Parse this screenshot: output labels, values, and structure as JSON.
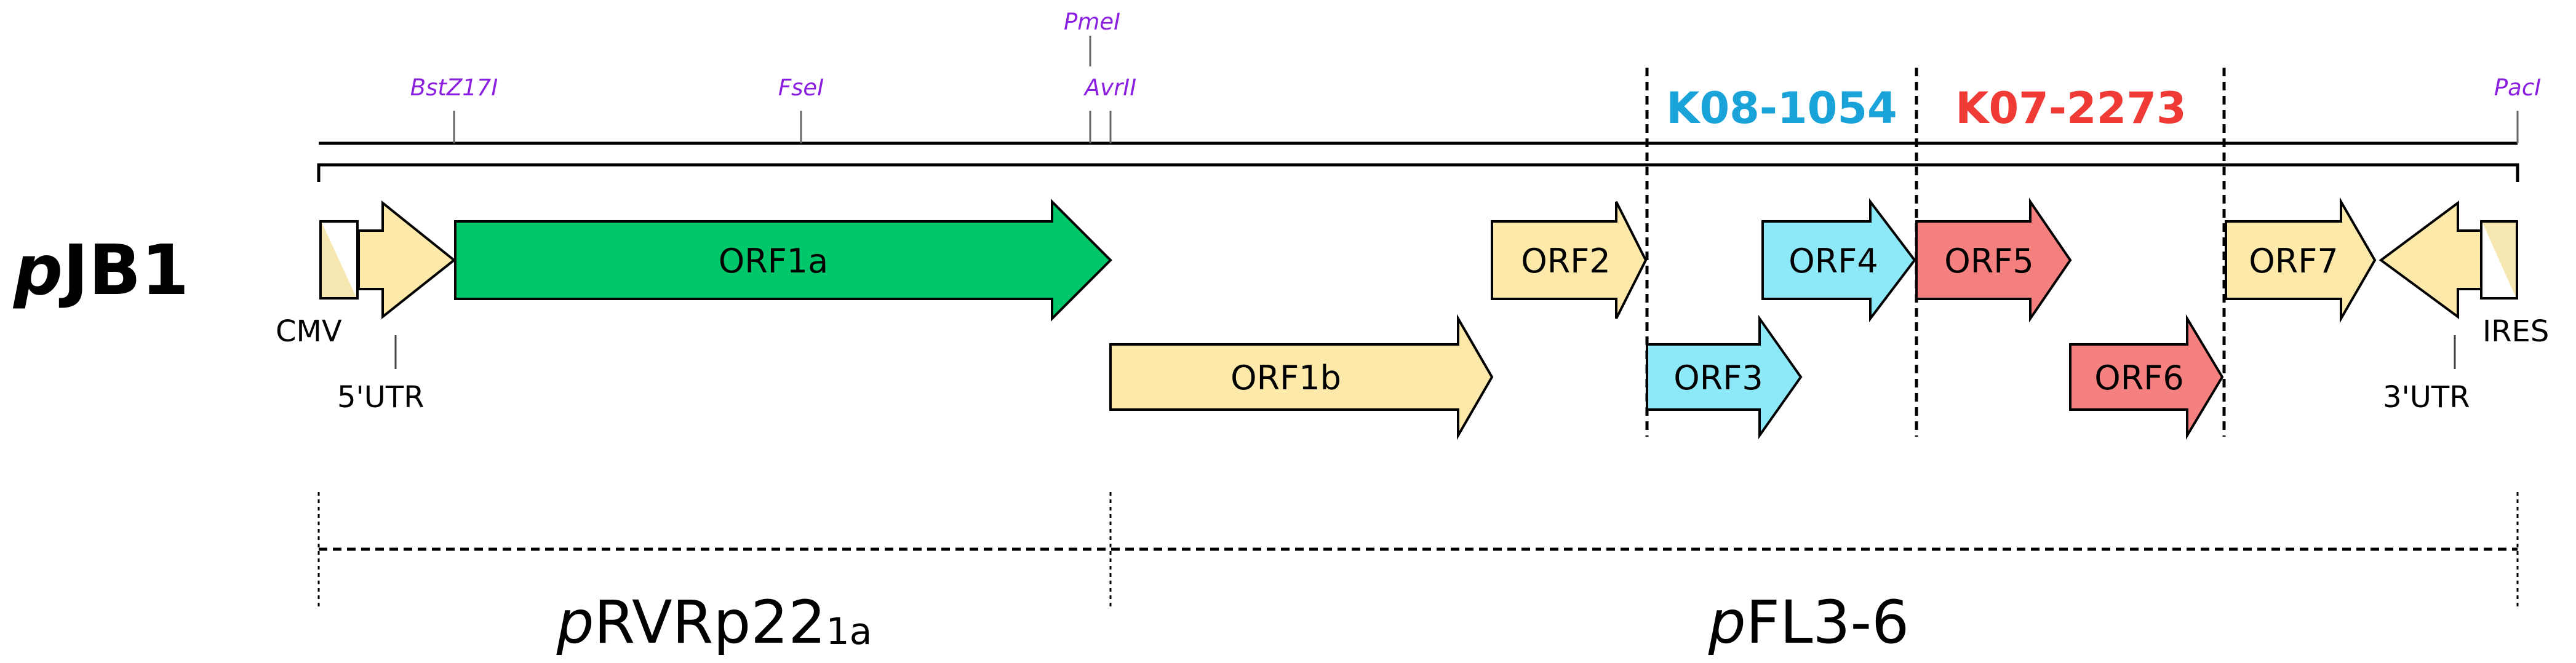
{
  "title": {
    "prefix": "p",
    "rest": "JB1"
  },
  "restriction_sites": [
    {
      "id": "bst",
      "label": "BstZ17I"
    },
    {
      "id": "fse",
      "label": "FseI"
    },
    {
      "id": "pme",
      "label": "PmeI"
    },
    {
      "id": "avr",
      "label": "AvrII"
    },
    {
      "id": "pac",
      "label": "PacI"
    }
  ],
  "regions": [
    {
      "id": "k08",
      "label": "K08-1054",
      "color": "#1aa3d9"
    },
    {
      "id": "k07",
      "label": "K07-2273",
      "color": "#f03a35"
    }
  ],
  "orfs": [
    {
      "id": "orf1a",
      "label": "ORF1a",
      "color": "#00c76a"
    },
    {
      "id": "orf1b",
      "label": "ORF1b",
      "color": "#fdeaaa"
    },
    {
      "id": "orf2",
      "label": "ORF2",
      "color": "#fdeaaa"
    },
    {
      "id": "orf3",
      "label": "ORF3",
      "color": "#8de9f7"
    },
    {
      "id": "orf4",
      "label": "ORF4",
      "color": "#8de9f7"
    },
    {
      "id": "orf5",
      "label": "ORF5",
      "color": "#f58080"
    },
    {
      "id": "orf6",
      "label": "ORF6",
      "color": "#f58080"
    },
    {
      "id": "orf7",
      "label": "ORF7",
      "color": "#fdeaaa"
    }
  ],
  "features": {
    "cmv": "CMV",
    "utr5": "5'UTR",
    "utr3": "3'UTR",
    "ires": "IRES"
  },
  "plasmids": [
    {
      "id": "p1",
      "prefix": "p",
      "name": "RVRp22",
      "sub": "1a"
    },
    {
      "id": "p2",
      "prefix": "p",
      "name": "FL3-6",
      "sub": ""
    }
  ],
  "colors": {
    "site_label": "#8b1fe0",
    "line": "#000000"
  }
}
